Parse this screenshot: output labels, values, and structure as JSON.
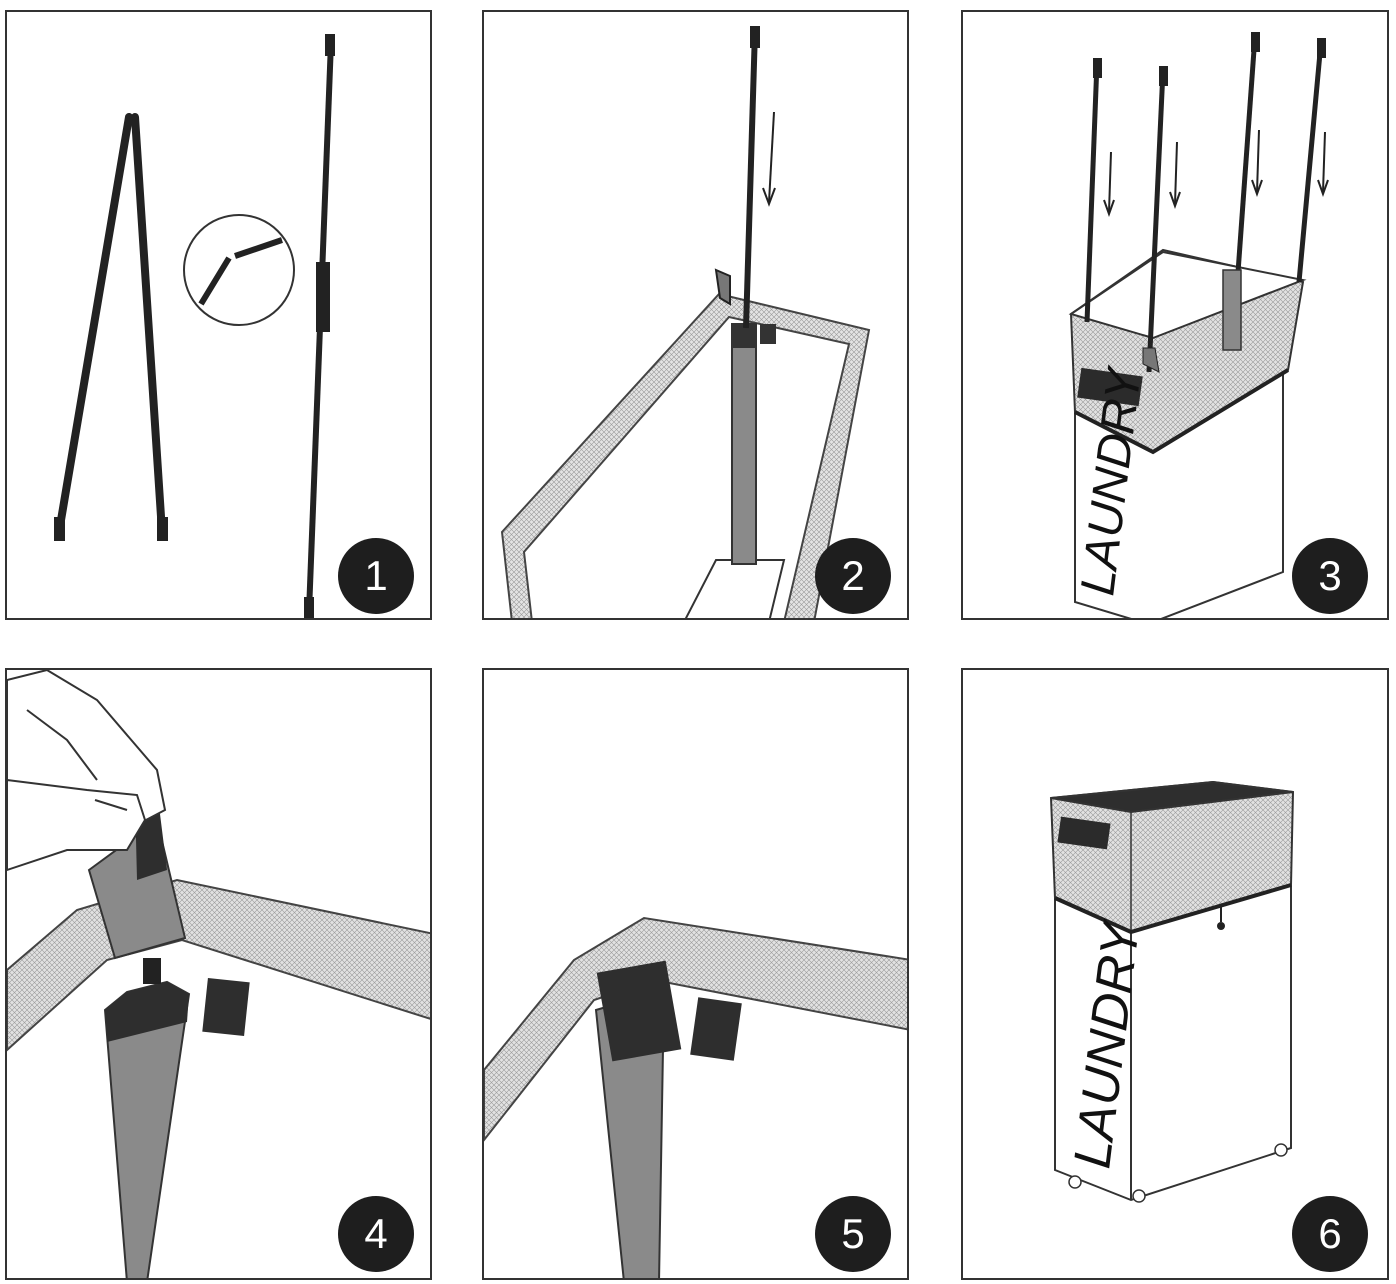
{
  "steps": [
    {
      "number": "1"
    },
    {
      "number": "2"
    },
    {
      "number": "3"
    },
    {
      "number": "4"
    },
    {
      "number": "5"
    },
    {
      "number": "6"
    }
  ],
  "hamper_label": "LAUNDRY",
  "colors": {
    "frame": "#333333",
    "badge": "#1e1e1e",
    "mesh": "#b8b8b8",
    "sleeve": "#8a8a8a",
    "pole": "#2a2a2a"
  }
}
